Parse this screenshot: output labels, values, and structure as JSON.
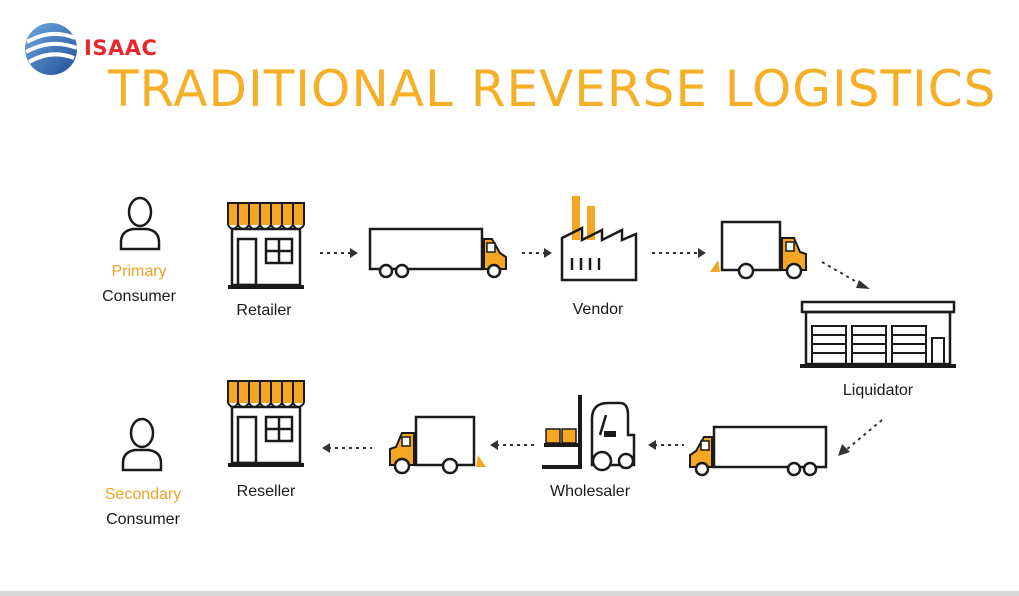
{
  "brand": {
    "name": "ISAAC"
  },
  "title": "TRADITIONAL REVERSE LOGISTICS",
  "colors": {
    "accent": "#f5a623",
    "title": "#f5b027",
    "logo_red": "#e8262c",
    "logo_blue": "#1f5fae",
    "line": "#1a1a1a"
  },
  "nodes": {
    "primary_consumer": {
      "line1": "Primary",
      "line2": "Consumer"
    },
    "retailer": "Retailer",
    "vendor": "Vendor",
    "liquidator": "Liquidator",
    "wholesaler": "Wholesaler",
    "reseller": "Reseller",
    "secondary_consumer": {
      "line1": "Secondary",
      "line2": "Consumer"
    }
  },
  "icons": [
    "person-icon",
    "store-icon",
    "truck-icon",
    "factory-icon",
    "warehouse-icon",
    "forklift-icon"
  ]
}
